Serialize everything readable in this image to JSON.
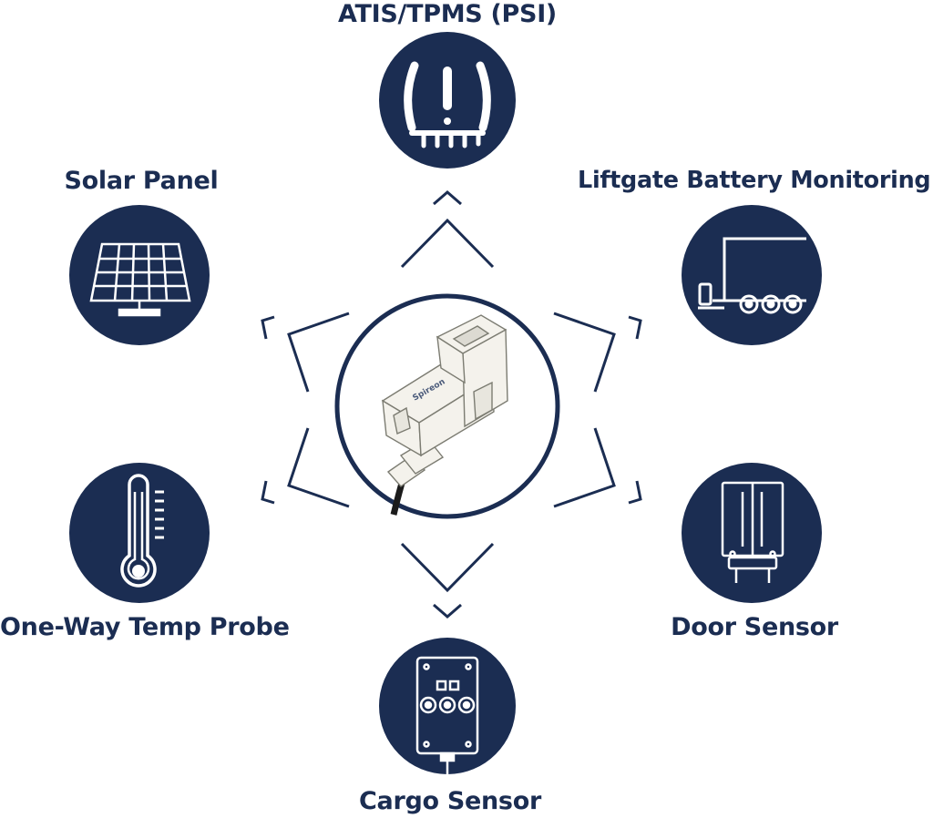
{
  "colors": {
    "navy": "#1b2d52",
    "white": "#ffffff",
    "device_body": "#f2f0ea",
    "device_line": "#8a8a80"
  },
  "center": {
    "brand": "Spireon",
    "icon": "tracking-device-image"
  },
  "nodes": [
    {
      "id": "tpms",
      "label": "ATIS/TPMS (PSI)",
      "icon": "tire-pressure-warning-icon"
    },
    {
      "id": "liftgate",
      "label": "Liftgate Battery Monitoring",
      "icon": "trailer-truck-icon"
    },
    {
      "id": "door",
      "label": "Door Sensor",
      "icon": "trailer-rear-doors-icon"
    },
    {
      "id": "cargo",
      "label": "Cargo Sensor",
      "icon": "cargo-sensor-icon"
    },
    {
      "id": "temp",
      "label": "One-Way Temp Probe",
      "icon": "thermometer-icon"
    },
    {
      "id": "solar",
      "label": "Solar Panel",
      "icon": "solar-panel-icon"
    }
  ]
}
